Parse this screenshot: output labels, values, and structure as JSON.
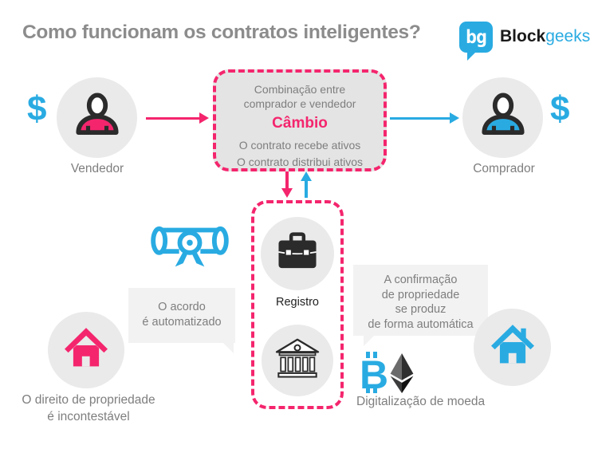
{
  "title": "Como funcionam os contratos inteligentes?",
  "logo": {
    "badge_text": "bg",
    "brand_dark": "Block",
    "brand_accent": "geeks"
  },
  "colors": {
    "pink": "#F4256D",
    "blue": "#29ABE2",
    "dark": "#2B2B2B",
    "text_gray": "#7E7E7E",
    "title_gray": "#8C8C8C",
    "circle_bg": "#EAEAEA",
    "box_bg": "#E4E4E4",
    "bubble_bg": "#F2F2F2"
  },
  "seller": {
    "label": "Vendedor",
    "currency": "$"
  },
  "buyer": {
    "label": "Comprador",
    "currency": "$"
  },
  "contract_box": {
    "line1": "Combinação entre",
    "line2": "comprador e vendedor",
    "highlight": "Câmbio",
    "line3": "O contrato recebe ativos",
    "line4": "O contrato distribui ativos"
  },
  "registry": {
    "label": "Registro"
  },
  "callout_agreement": {
    "line1": "O acordo",
    "line2": "é automatizado"
  },
  "callout_confirmation": {
    "line1": "A confirmação",
    "line2": "de propriedade",
    "line3": "se produz",
    "line4": "de forma automática"
  },
  "property_right": {
    "line1": "O direito de propriedade",
    "line2": "é incontestável"
  },
  "digitization": {
    "label": "Digitalização de moeda"
  }
}
